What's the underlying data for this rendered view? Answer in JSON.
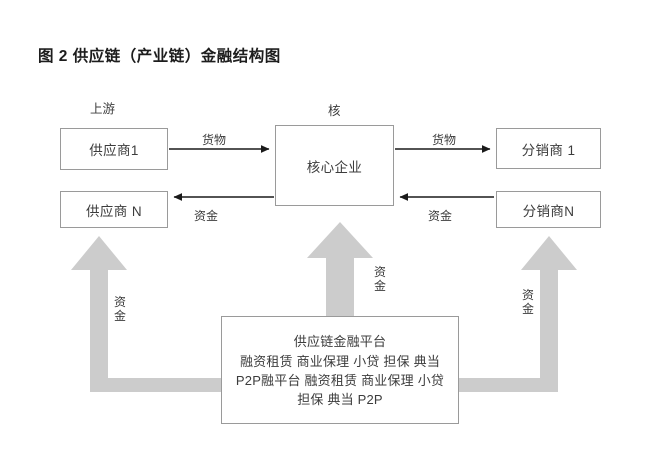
{
  "figure": {
    "title": "图 2  供应链（产业链）金融结构图"
  },
  "diagram": {
    "type": "supply-chain-finance-structure",
    "tier_labels": {
      "upstream": "上游",
      "core": "核"
    },
    "nodes": {
      "supplier_1": "供应商1",
      "supplier_n": "供应商 N",
      "core_enterprise": "核心企业",
      "distributor_1": "分销商 1",
      "distributor_n": "分销商N"
    },
    "flows": {
      "goods_left": "货物",
      "funds_left": "资金",
      "goods_right": "货物",
      "funds_right": "资金",
      "funds_up_left": "资金",
      "funds_up_center": "资金",
      "funds_up_right": "资金"
    },
    "platform": {
      "line1": "供应链金融平台",
      "line2": "融资租赁 商业保理 小贷 担保 典当",
      "line3": "P2P融平台 融资租赁 商业保理 小贷",
      "line4": "担保 典当 P2P"
    },
    "colors": {
      "box_border": "#9a9a9a",
      "text": "#3c3c3c",
      "black_arrow": "#1a1a1a",
      "gray_arrow": "#cccccc",
      "background": "#ffffff"
    }
  }
}
